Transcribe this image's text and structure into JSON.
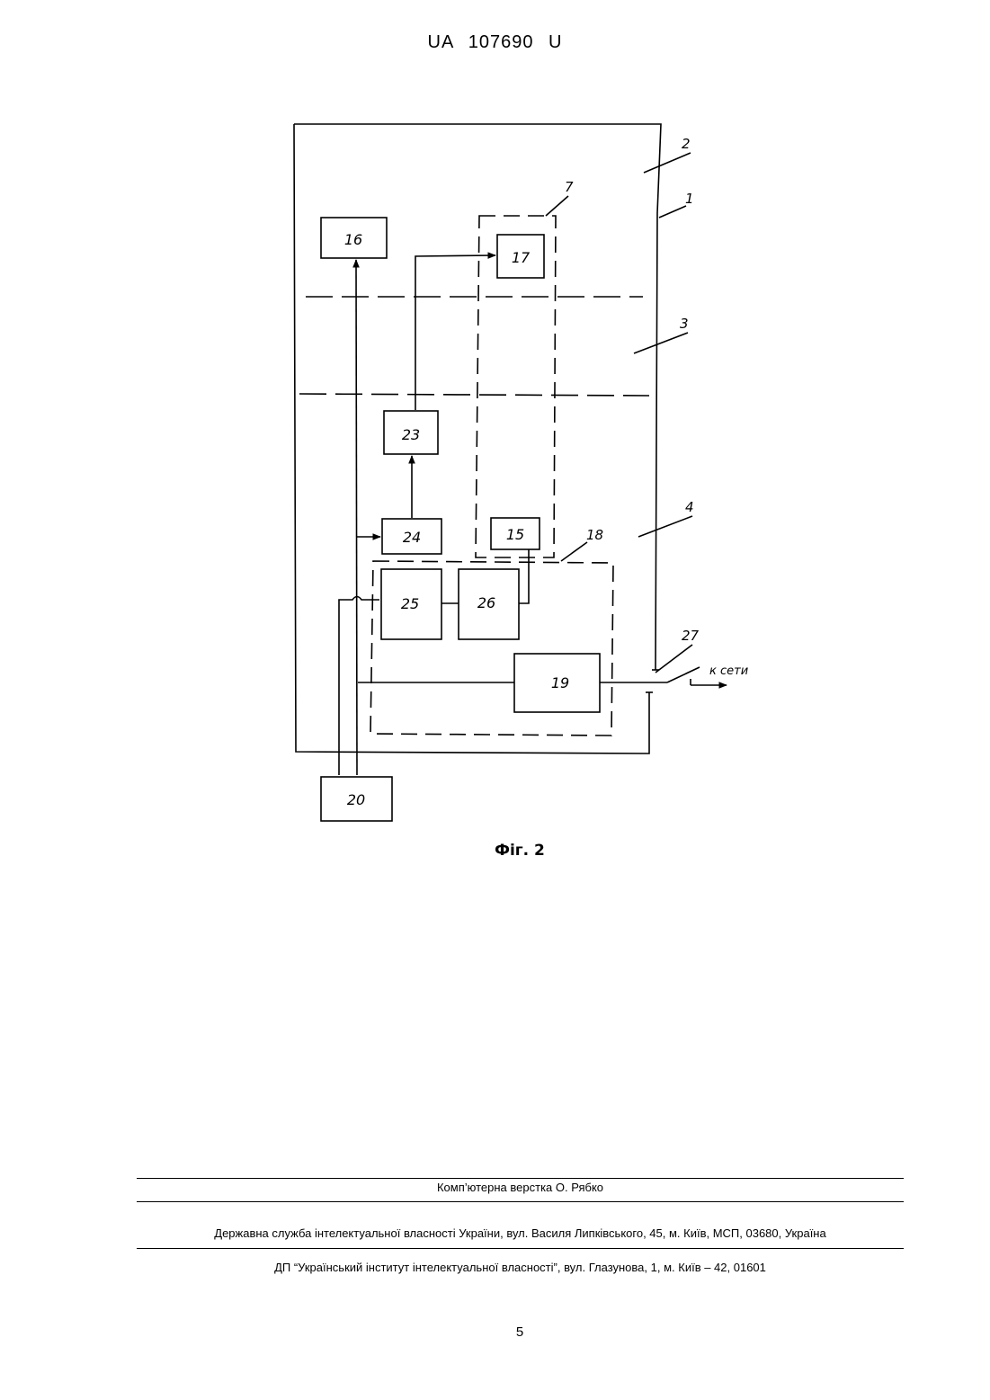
{
  "document": {
    "patent_number": "UA   107690   U"
  },
  "figure": {
    "caption": "Фіг. 2",
    "blocks": {
      "b16": "16",
      "b17": "17",
      "b15": "15",
      "b23": "23",
      "b24": "24",
      "b25": "25",
      "b26": "26",
      "b19": "19",
      "b20": "20"
    },
    "references": {
      "r1": "1",
      "r2": "2",
      "r3": "3",
      "r4": "4",
      "r7": "7",
      "r18": "18",
      "r27": "27"
    },
    "mains_label": "к сети"
  },
  "footer": {
    "layout_credit": "Комп’ютерна верстка О. Рябко",
    "office": "Державна служба інтелектуальної власності України, вул. Василя Липківського, 45, м. Київ, МСП, 03680, Україна",
    "institute": "ДП “Український інститут інтелектуальної власності”, вул. Глазунова, 1, м. Київ – 42, 01601",
    "page_number": "5"
  }
}
